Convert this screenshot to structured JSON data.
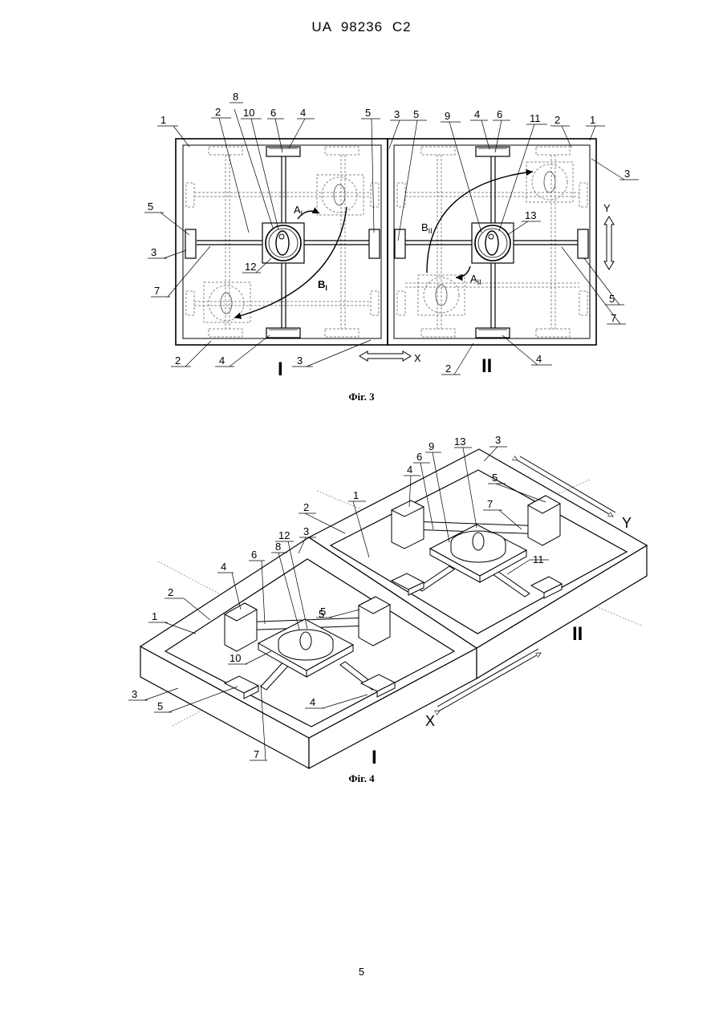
{
  "header": {
    "text": "UA   98236   C2"
  },
  "fig3": {
    "caption": "Фіг. 3",
    "roman_I": "I",
    "roman_II": "II",
    "axis_x": "X",
    "axis_y": "Y",
    "arrows": {
      "a1": "A",
      "a1_sub": "I",
      "b1": "B",
      "b1_sub": "I",
      "a2": "A",
      "a2_sub": "II",
      "b2": "B",
      "b2_sub": "II"
    },
    "labels": [
      {
        "id": "f3-1-left",
        "text": "1"
      },
      {
        "id": "f3-2-top",
        "text": "2"
      },
      {
        "id": "f3-8",
        "text": "8"
      },
      {
        "id": "f3-10",
        "text": "10"
      },
      {
        "id": "f3-6-top",
        "text": "6"
      },
      {
        "id": "f3-4-top",
        "text": "4"
      },
      {
        "id": "f3-5-top",
        "text": "5"
      },
      {
        "id": "f3-3-top",
        "text": "3"
      },
      {
        "id": "f3-5-top2",
        "text": "5"
      },
      {
        "id": "f3-9",
        "text": "9"
      },
      {
        "id": "f3-4-top2",
        "text": "4"
      },
      {
        "id": "f3-6-top2",
        "text": "6"
      },
      {
        "id": "f3-11",
        "text": "11"
      },
      {
        "id": "f3-2-top2",
        "text": "2"
      },
      {
        "id": "f3-1-right",
        "text": "1"
      },
      {
        "id": "f3-3-right",
        "text": "3"
      },
      {
        "id": "f3-5-left",
        "text": "5"
      },
      {
        "id": "f3-3-left",
        "text": "3"
      },
      {
        "id": "f3-7-left",
        "text": "7"
      },
      {
        "id": "f3-12",
        "text": "12"
      },
      {
        "id": "f3-13",
        "text": "13"
      },
      {
        "id": "f3-5-right",
        "text": "5"
      },
      {
        "id": "f3-7-right",
        "text": "7"
      },
      {
        "id": "f3-2-bot",
        "text": "2"
      },
      {
        "id": "f3-4-bot",
        "text": "4"
      },
      {
        "id": "f3-3-bot",
        "text": "3"
      },
      {
        "id": "f3-2-bot2",
        "text": "2"
      },
      {
        "id": "f3-4-bot2",
        "text": "4"
      }
    ]
  },
  "fig4": {
    "caption": "Фіг. 4",
    "roman_I": "I",
    "roman_II": "II",
    "axis_x": "X",
    "axis_y": "Y",
    "labels": [
      {
        "id": "f4-13",
        "text": "13"
      },
      {
        "id": "f4-3-top",
        "text": "3"
      },
      {
        "id": "f4-9",
        "text": "9"
      },
      {
        "id": "f4-6-top",
        "text": "6"
      },
      {
        "id": "f4-4-top",
        "text": "4"
      },
      {
        "id": "f4-5-top",
        "text": "5"
      },
      {
        "id": "f4-1-mid",
        "text": "1"
      },
      {
        "id": "f4-7-right",
        "text": "7"
      },
      {
        "id": "f4-2-mid",
        "text": "2"
      },
      {
        "id": "f4-12",
        "text": "12"
      },
      {
        "id": "f4-3-mid",
        "text": "3"
      },
      {
        "id": "f4-8",
        "text": "8"
      },
      {
        "id": "f4-6-left",
        "text": "6"
      },
      {
        "id": "f4-4-left",
        "text": "4"
      },
      {
        "id": "f4-5-mid",
        "text": "5"
      },
      {
        "id": "f4-11",
        "text": "11"
      },
      {
        "id": "f4-2-left",
        "text": "2"
      },
      {
        "id": "f4-1-left",
        "text": "1"
      },
      {
        "id": "f4-5-center",
        "text": "5"
      },
      {
        "id": "f4-10",
        "text": "10"
      },
      {
        "id": "f4-3-left",
        "text": "3"
      },
      {
        "id": "f4-5-left",
        "text": "5"
      },
      {
        "id": "f4-4-bot",
        "text": "4"
      },
      {
        "id": "f4-7-bot",
        "text": "7"
      }
    ]
  },
  "page_number": "5"
}
